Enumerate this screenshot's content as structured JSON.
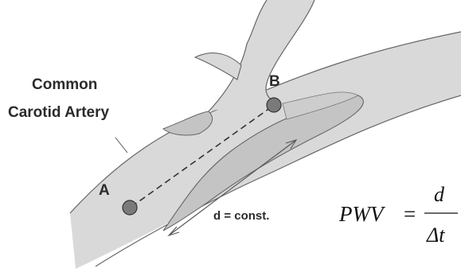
{
  "labels": {
    "artery_line1": "Common",
    "artery_line2": "Carotid Artery",
    "point_a": "A",
    "point_b": "B",
    "distance": "d = const."
  },
  "formula": {
    "lhs": "PWV",
    "equals": "=",
    "numerator": "d",
    "denominator": "Δt"
  },
  "colors": {
    "vessel_fill": "#d9d9d9",
    "plaque_fill": "#c4c4c4",
    "outline": "#555555",
    "marker": "#7a7a7a"
  }
}
